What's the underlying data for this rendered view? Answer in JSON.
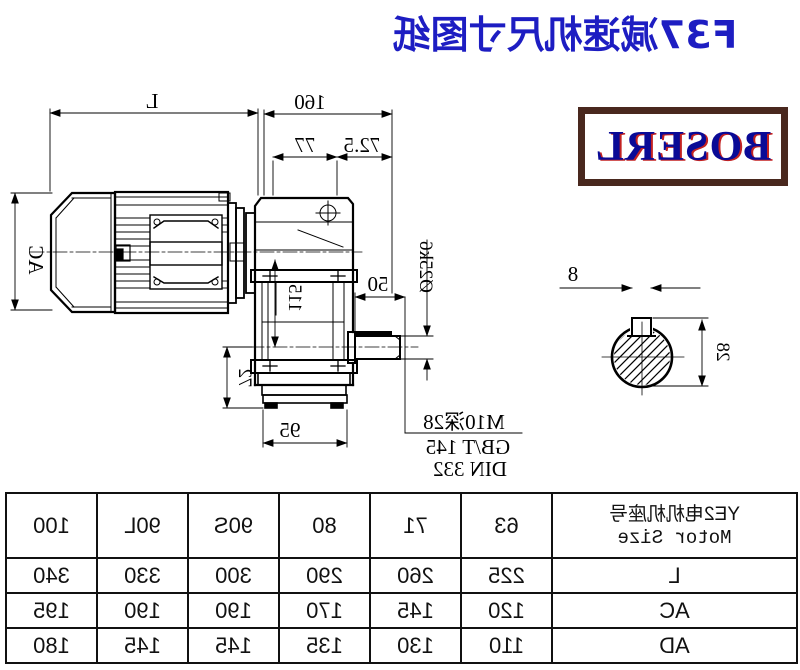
{
  "title": "F37减速机尺寸图纸",
  "logo_text": "BOSERL",
  "dims": {
    "L": "L",
    "len160": "160",
    "len72_5": "72.5",
    "len77": "77",
    "AC": "AC",
    "len50": "50",
    "shaft_dia": "Ø25k6",
    "len115": "115",
    "len72": "72",
    "len95": "95",
    "key_width": "8",
    "key_height": "28",
    "tap_hole": "M10深28",
    "standard_gb": "GB/T 145",
    "standard_din": "DIN 332"
  },
  "table": {
    "header_line1": "YE2电机机座号",
    "header_line2": "Motor Size",
    "columns": [
      "63",
      "71",
      "80",
      "90S",
      "90L",
      "100"
    ],
    "rows": [
      {
        "label": "L",
        "values": [
          "225",
          "260",
          "290",
          "300",
          "330",
          "340"
        ]
      },
      {
        "label": "AC",
        "values": [
          "120",
          "145",
          "170",
          "190",
          "190",
          "195"
        ]
      },
      {
        "label": "AD",
        "values": [
          "110",
          "130",
          "135",
          "145",
          "145",
          "180"
        ]
      }
    ]
  },
  "colors": {
    "title_blue": "#1d1dc2",
    "logo_blue": "#0a0a96",
    "logo_red": "#c32222",
    "logo_border": "#49281e",
    "line": "#000000"
  }
}
